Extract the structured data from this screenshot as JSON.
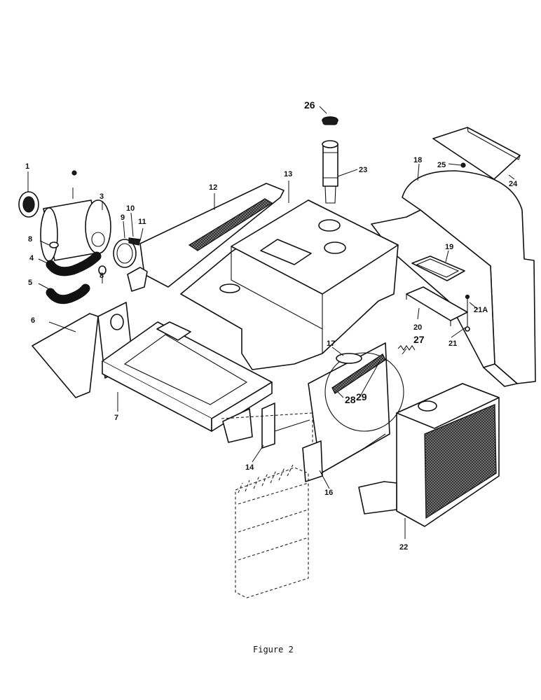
{
  "figure": {
    "caption": "Figure 2",
    "callouts": {
      "c1": "1",
      "c3": "3",
      "c4": "4",
      "c5": "5",
      "c6": "6",
      "c7": "7",
      "c8a": "8",
      "c8b": "8",
      "c9": "9",
      "c10": "10",
      "c11": "11",
      "c12": "12",
      "c13": "13",
      "c14": "14",
      "c16": "16",
      "c17": "17",
      "c18": "18",
      "c19": "19",
      "c20": "20",
      "c21": "21",
      "c21a": "21A",
      "c22": "22",
      "c23": "23",
      "c24": "24",
      "c25": "25",
      "c26": "26",
      "c27": "27",
      "c28": "28",
      "c29": "29"
    }
  }
}
